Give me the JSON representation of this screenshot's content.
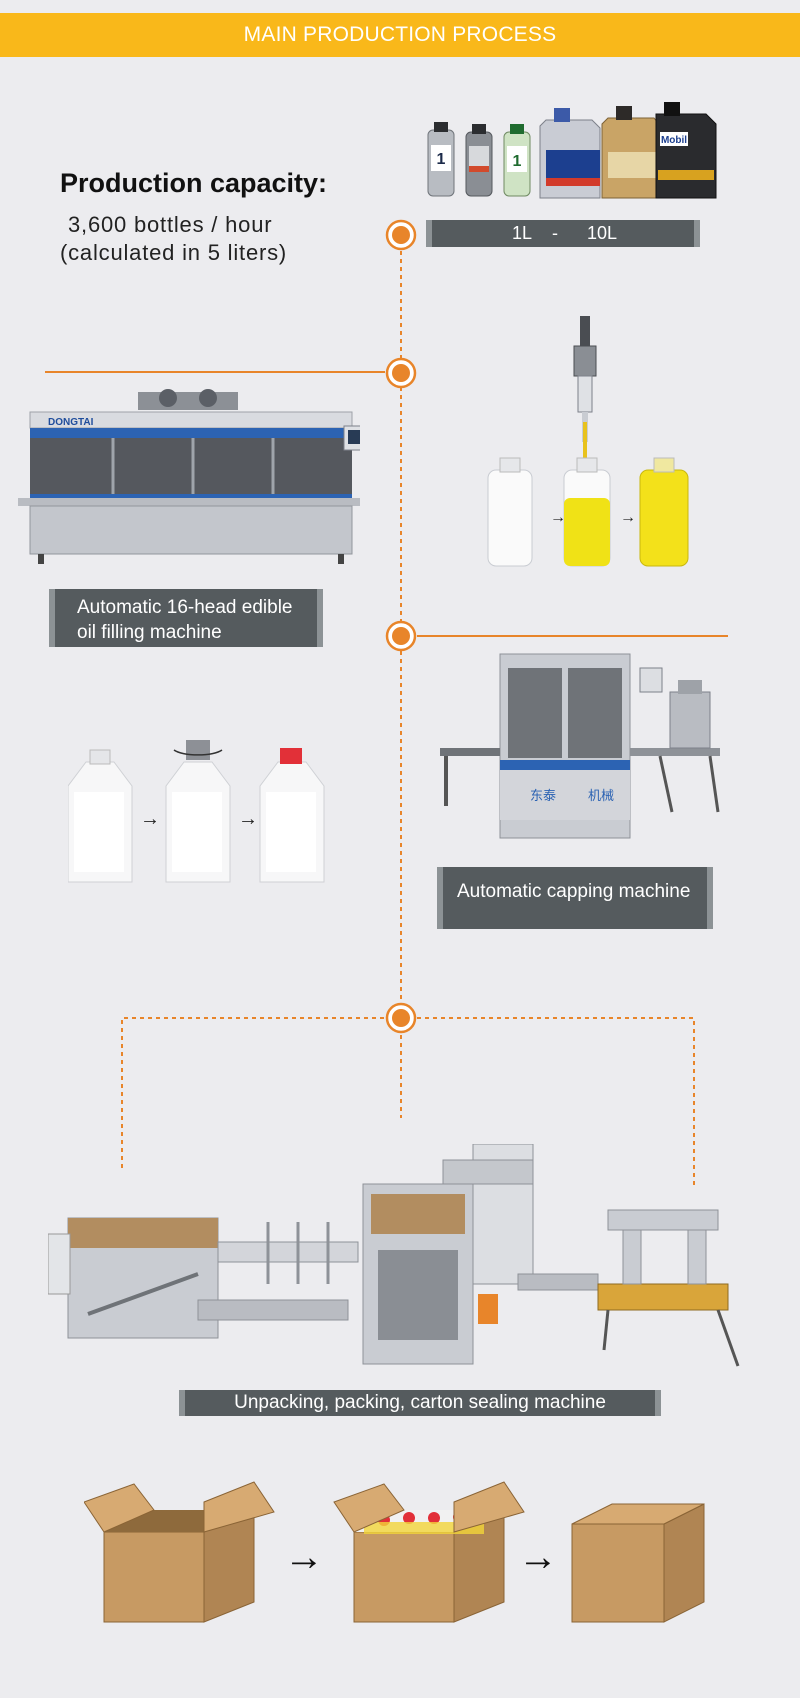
{
  "header": {
    "title": "MAIN PRODUCTION PROCESS"
  },
  "capacity": {
    "title": "Production capacity:",
    "line1": "3,600 bottles / hour",
    "line2": "(calculated in 5 liters)"
  },
  "volume_bar": {
    "min": "1L",
    "sep": "-",
    "max": "10L"
  },
  "steps": {
    "filling_label_1": "Automatic 16-head edible",
    "filling_label_2": "oil filling machine",
    "capping_label": "Automatic capping machine",
    "packing_label": "Unpacking, packing, carton sealing machine"
  },
  "machine_marks": {
    "brand": "DONGTAI",
    "cn_1": "东泰",
    "cn_2": "机械"
  },
  "oil_brand_marks": {
    "mobil": "Mobil",
    "one": "1"
  },
  "colors": {
    "accent": "#f9b81a",
    "timeline": "#e8852a",
    "bar": "#555b5e",
    "background": "#ececef"
  }
}
